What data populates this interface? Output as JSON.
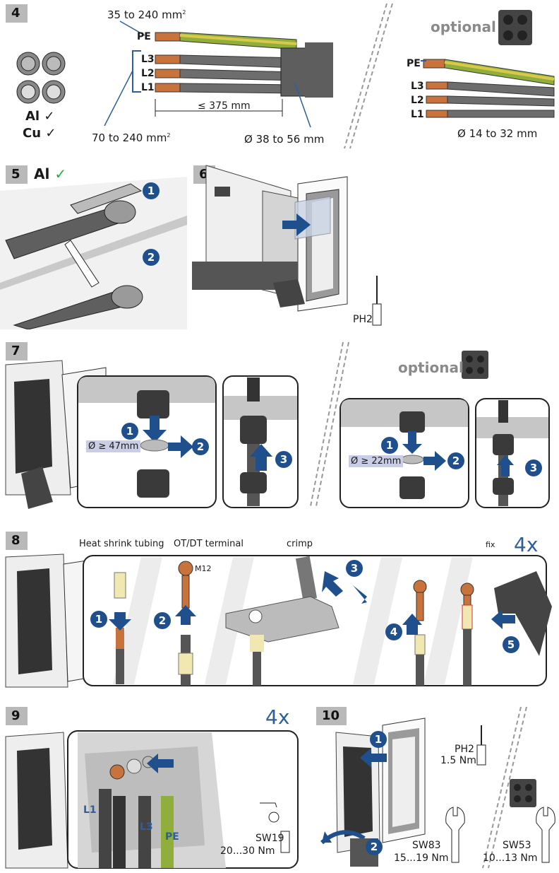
{
  "steps": {
    "s4": {
      "num": "4",
      "pe_area": "35 to 240 mm",
      "pe_sup": "2",
      "pe": "PE",
      "l3": "L3",
      "l2": "L2",
      "l1": "L1",
      "al": "Al",
      "cu": "Cu",
      "check": "✓",
      "strip_len": "≤ 375 mm",
      "line_area": "70 to 240 mm",
      "line_sup": "2",
      "diam": "Ø 38 to 56 mm",
      "optional": "optional",
      "opt_pe": "PE",
      "opt_l3": "L3",
      "opt_l2": "L2",
      "opt_l1": "L1",
      "opt_diam": "Ø 14 to 32 mm"
    },
    "s5": {
      "num": "5",
      "al": "Al",
      "check": "✓",
      "b1": "1",
      "b2": "2"
    },
    "s6": {
      "num": "6",
      "tool": "PH2"
    },
    "s7": {
      "num": "7",
      "b1": "1",
      "b2": "2",
      "b3": "3",
      "dim1": "Ø ≥ 47mm",
      "optional": "optional",
      "b1b": "1",
      "b2b": "2",
      "b3b": "3",
      "dim2": "Ø ≥ 22mm"
    },
    "s8": {
      "num": "8",
      "heat": "Heat shrink tubing",
      "terminal": "OT/DT terminal",
      "m12": "M12",
      "crimp": "crimp",
      "fix": "fix",
      "times": "4x",
      "b1": "1",
      "b2": "2",
      "b3": "3",
      "b4": "4",
      "b5": "5"
    },
    "s9": {
      "num": "9",
      "times": "4x",
      "l1": "L1",
      "l3": "L3",
      "pe": "PE",
      "tool": "SW19",
      "torque": "20...30 Nm"
    },
    "s10": {
      "num": "10",
      "b1": "1",
      "b2": "2",
      "tool1": "PH2",
      "torque1": "1.5 Nm",
      "tool2": "SW83",
      "torque2": "15...19 Nm",
      "tool3": "SW53",
      "torque3": "10...13 Nm"
    }
  },
  "colors": {
    "badge": "#1f4f8c",
    "stepbg": "#b9b9b9",
    "copper": "#c8733c",
    "cable": "#6d6d6d",
    "pe_green": "#8fae3c",
    "pe_yellow": "#d8c94a",
    "checkgreen": "#2aa84a"
  }
}
